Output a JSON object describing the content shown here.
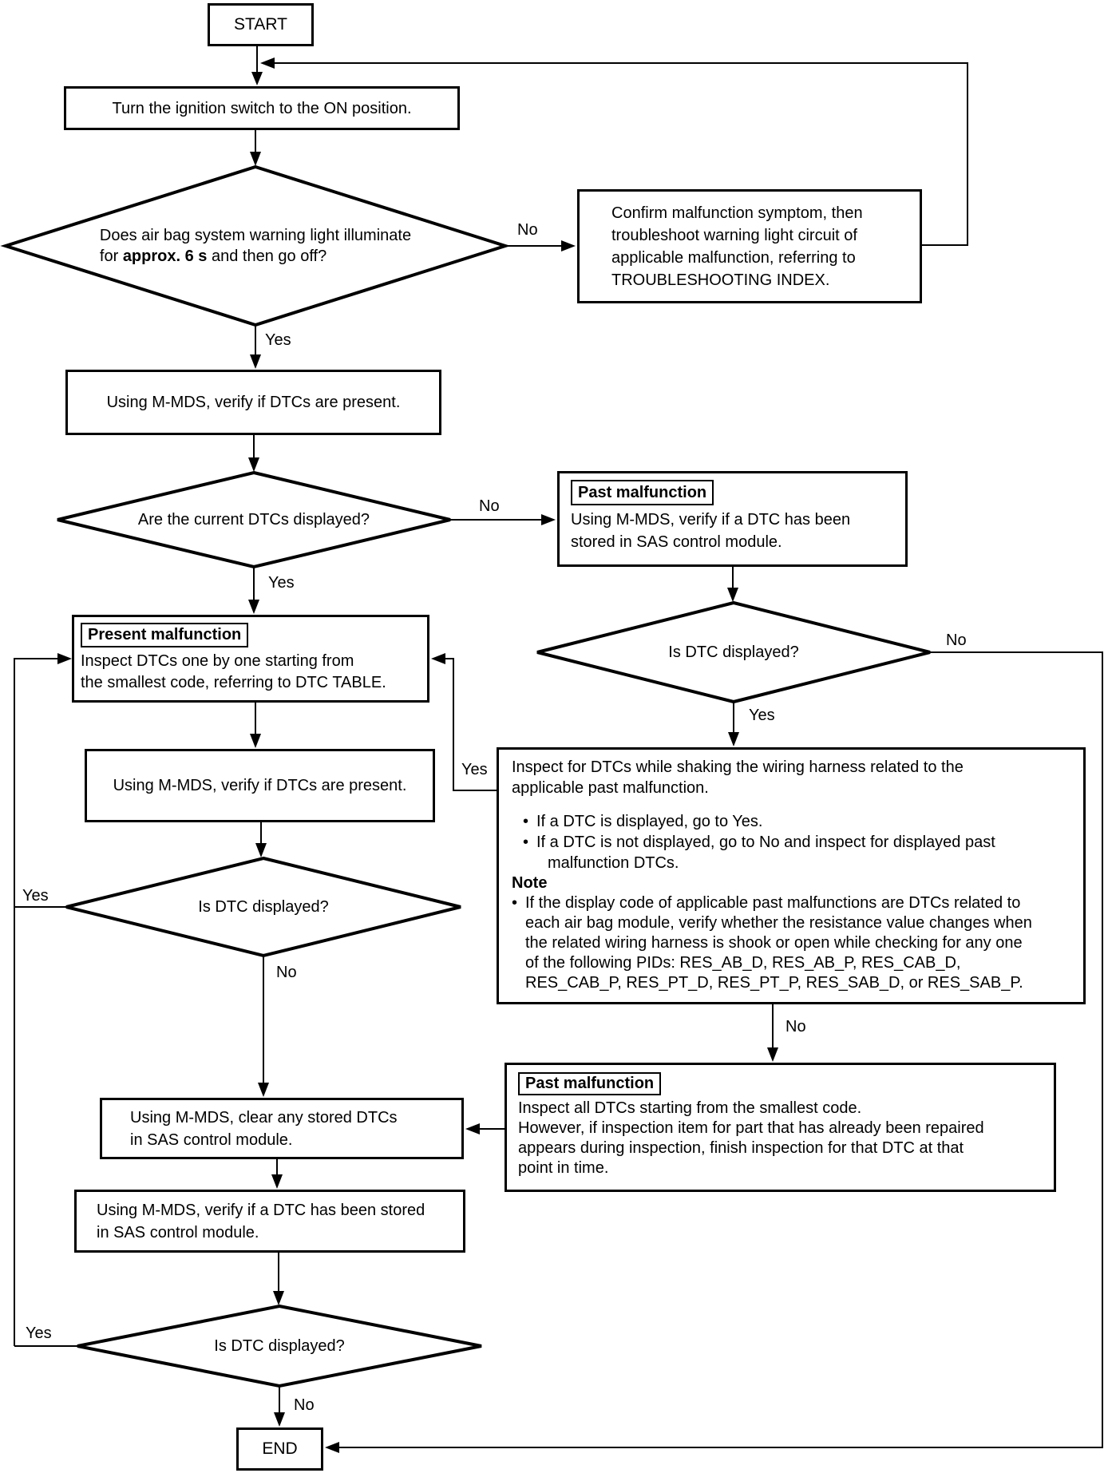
{
  "flow": {
    "start": "START",
    "end": "END",
    "yes": "Yes",
    "no": "No",
    "bullet_char": "•",
    "turn_ignition": "Turn the ignition switch to the ON position.",
    "warning_light_q": {
      "line1": "Does air bag system warning light illuminate",
      "line2_pre": "for ",
      "line2_bold": "approx. 6 s",
      "line2_post": " and then go off?"
    },
    "confirm_symptom": {
      "lines": [
        "Confirm malfunction symptom, then",
        "troubleshoot warning light circuit of",
        "applicable malfunction, referring to",
        "TROUBLESHOOTING INDEX."
      ]
    },
    "verify_dtcs_present_1": "Using M-MDS, verify if DTCs are present.",
    "current_dtcs_q": "Are the current DTCs displayed?",
    "past_malfunction_1": {
      "tag": "Past malfunction",
      "lines": [
        "Using M-MDS, verify if a DTC has been",
        "stored in SAS control module."
      ]
    },
    "is_dtc_displayed_q1": "Is DTC displayed?",
    "present_malfunction": {
      "tag": "Present malfunction",
      "lines": [
        "Inspect DTCs one by one starting from",
        "the smallest code, referring to DTC TABLE."
      ]
    },
    "verify_dtcs_present_2": "Using M-MDS, verify if DTCs are present.",
    "is_dtc_displayed_q2": "Is DTC displayed?",
    "shake_harness": {
      "intro_lines": [
        "Inspect for DTCs while shaking the wiring harness related to the",
        "applicable past malfunction."
      ],
      "bullet1": "If a DTC is displayed, go to Yes.",
      "bullet2_line1": "If a DTC is not displayed, go to No and inspect for displayed past",
      "bullet2_line2": "malfunction DTCs.",
      "note_title": "Note",
      "note_lines": [
        "If the display code of applicable past malfunctions are DTCs related to",
        "each air bag module, verify whether the resistance value changes when",
        "the related wiring harness is shook or open while checking for any one",
        "of the following PIDs: RES_AB_D, RES_AB_P, RES_CAB_D,",
        "RES_CAB_P, RES_PT_D, RES_PT_P, RES_SAB_D, or RES_SAB_P."
      ]
    },
    "past_malfunction_2": {
      "tag": "Past malfunction",
      "lines": [
        "Inspect all DTCs starting from the smallest code.",
        "However, if inspection item for part that has already been repaired",
        "appears during inspection, finish inspection for that DTC at that",
        "point in time."
      ]
    },
    "clear_dtcs": {
      "lines": [
        "Using M-MDS, clear any stored DTCs",
        "in SAS control module."
      ]
    },
    "verify_stored": {
      "lines": [
        "Using M-MDS, verify if a DTC has been stored",
        "in SAS control module."
      ]
    },
    "is_dtc_displayed_q3": "Is DTC displayed?"
  },
  "colors": {
    "line": "#000000",
    "background": "#ffffff",
    "text": "#000000"
  }
}
